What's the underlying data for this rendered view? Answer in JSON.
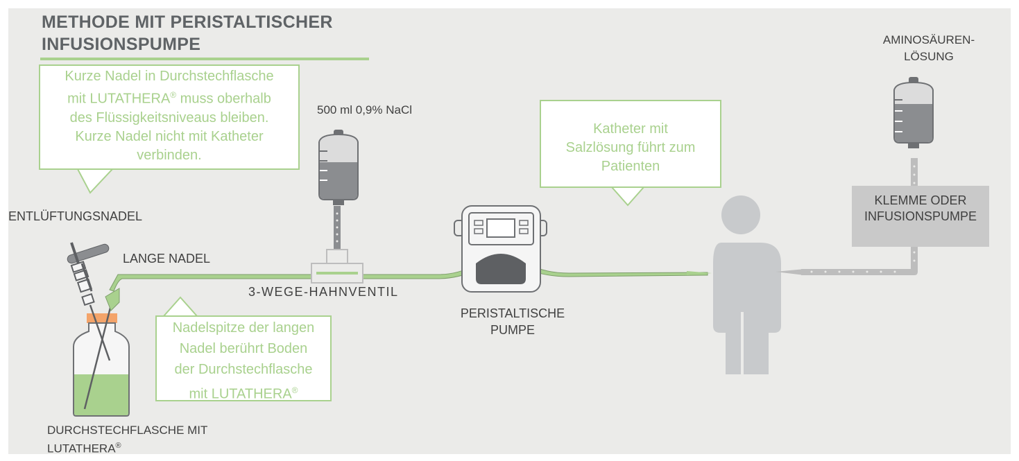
{
  "title": {
    "line1": "METHODE MIT PERISTALTISCHER",
    "line2": "INFUSIONSPUMPE"
  },
  "labels": {
    "nacl": "500 ml 0,9%  NaCl",
    "entlueftungsnadel": "ENTLÜFTUNGSNADEL",
    "lange_nadel": "LANGE NADEL",
    "hahnventil": "3-WEGE-HAHNVENTIL",
    "pumpe_line1": "PERISTALTISCHE",
    "pumpe_line2": "PUMPE",
    "aminosaeuren_line1": "AMINOSÄUREN-",
    "aminosaeuren_line2": "LÖSUNG",
    "flasche_line1": "DURCHSTECHFLASCHE MIT",
    "flasche_line2": "LUTATHERA",
    "registered": "®"
  },
  "callouts": {
    "kurze_nadel": {
      "line1": "Kurze Nadel in Durchstechflasche",
      "line2_pre": "mit LUTATHERA",
      "line2_post": " muss oberhalb",
      "line3": "des Flüssigkeitsniveaus bleiben.",
      "line4": "Kurze Nadel nicht mit Katheter",
      "line5": "verbinden."
    },
    "katheter": {
      "line1": "Katheter mit",
      "line2": "Salzlösung führt zum",
      "line3": "Patienten"
    },
    "nadelspitze": {
      "line1": "Nadelspitze der langen",
      "line2": "Nadel berührt Boden",
      "line3": "der Durchstechflasche",
      "line4": "mit LUTATHERA"
    }
  },
  "clamp": {
    "line1": "KLEMME ODER",
    "line2": "INFUSIONSPUMPE"
  },
  "colors": {
    "background": "#ebebe9",
    "accent_green": "#a9d18e",
    "tube_green": "#a9d18e",
    "dark_gray": "#5f6366",
    "device_gray": "#6e7073",
    "person_gray": "#c8cacc",
    "cap_orange": "#f4a46a",
    "text": "#404040"
  }
}
